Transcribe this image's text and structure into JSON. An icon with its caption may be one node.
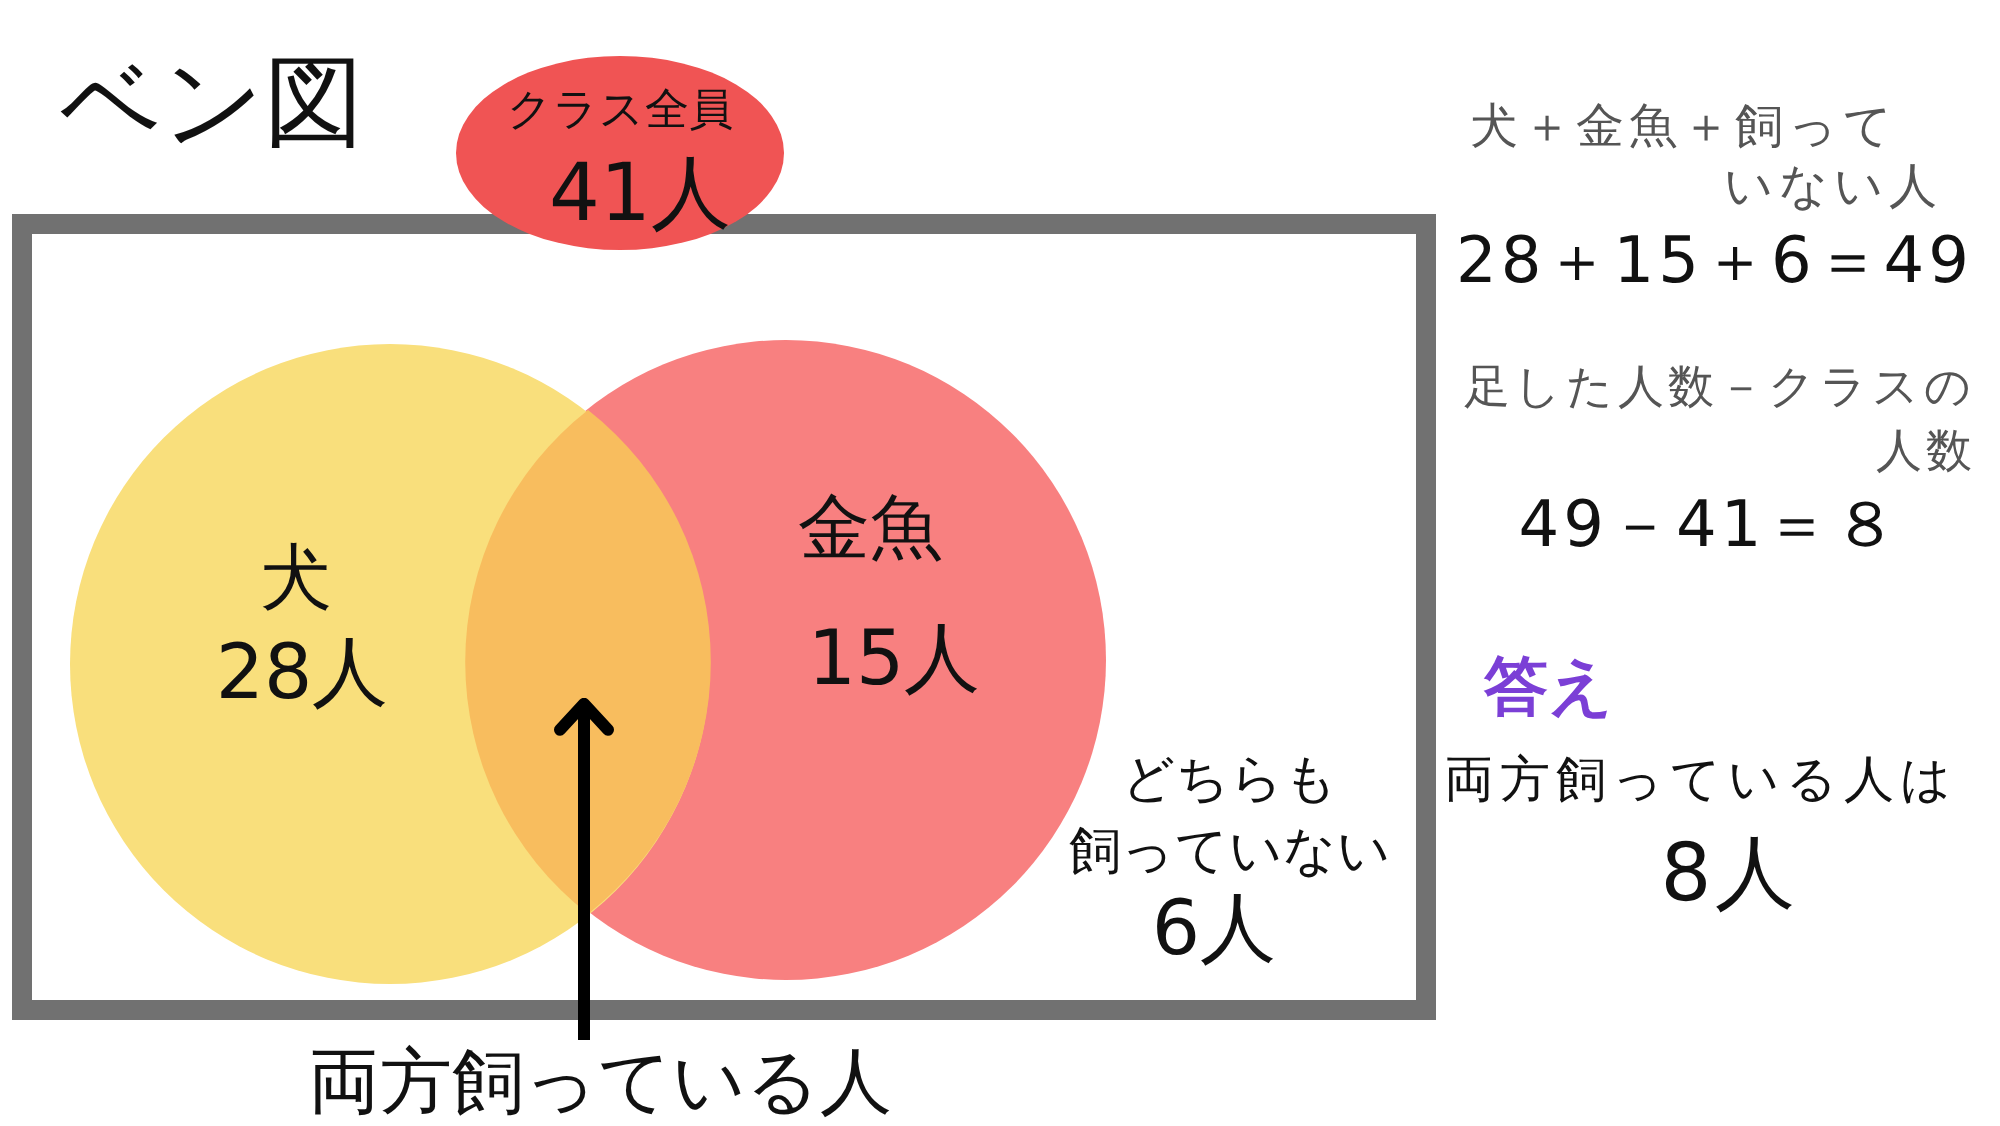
{
  "diagram": {
    "title": "ベン図",
    "nodes": [
      {
        "text": [
          "クラス全員",
          "41人"
        ]
      },
      {
        "text": [
          "どちらも飼っていない",
          "6人"
        ]
      },
      {
        "text": [
          "犬",
          "28人"
        ],
        "in": 1
      },
      {
        "text": [
          "金魚",
          "15人"
        ],
        "in": 1
      },
      {
        "text": [],
        "shape": "lens"
      },
      {
        "text": [
          "両方飼っている人"
        ]
      }
    ],
    "edges": [
      {
        "from": 5,
        "to": 4,
        "arrow": "to"
      }
    ],
    "labels": [
      "犬＋金魚＋飼っていない人",
      "28＋15＋6＝49",
      "足した人数－クラスの人数",
      "49－41＝８",
      "答え",
      "両方飼っている人は",
      "8人"
    ]
  }
}
